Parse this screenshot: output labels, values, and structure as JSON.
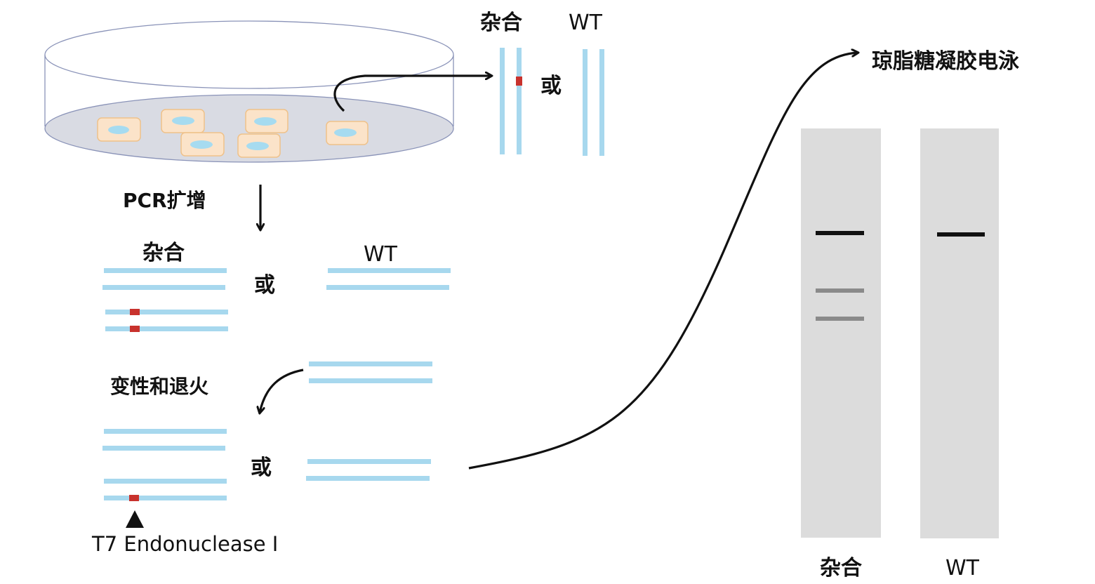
{
  "labels": {
    "hetero_top": "杂合",
    "wt_top": "WT",
    "or_top": "或",
    "pcr": "PCR扩增",
    "hetero_mid": "杂合",
    "wt_mid": "WT",
    "or_mid": "或",
    "denature": "变性和退火",
    "or_bottom": "或",
    "enzyme": "T7 Endonuclease I",
    "gel_title": "琼脂糖凝胶电泳",
    "gel_hetero": "杂合",
    "gel_wt": "WT"
  },
  "colors": {
    "dna_strand": "#a7d8ee",
    "mutation": "#c8322d",
    "cell_fill": "#fbe3c9",
    "cell_border": "#efc189",
    "nucleus": "#a6dbf0",
    "dish_floor": "#d9dbe3",
    "gel_lane": "#dcdcdc",
    "band_strong": "#111111",
    "band_weak": "#8a8a8a"
  },
  "gel": {
    "lanes": [
      {
        "name": "杂合",
        "bands": [
          {
            "intensity": "strong"
          },
          {
            "intensity": "weak"
          },
          {
            "intensity": "weak"
          }
        ]
      },
      {
        "name": "WT",
        "bands": [
          {
            "intensity": "strong"
          }
        ]
      }
    ]
  }
}
